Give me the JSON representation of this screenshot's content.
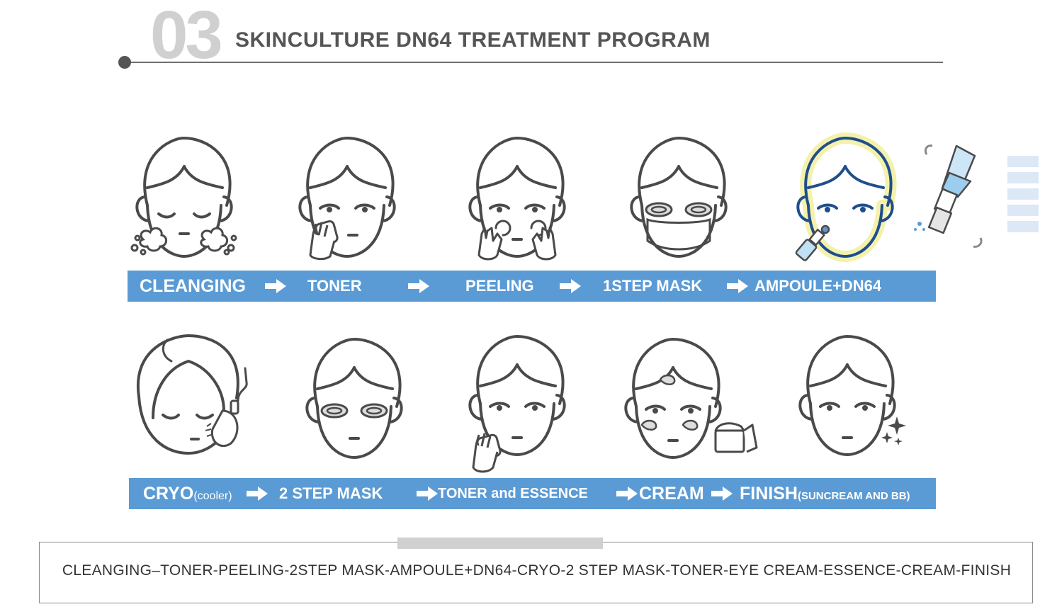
{
  "header": {
    "number": "03",
    "title": "SKINCULTURE DN64 TREATMENT PROGRAM"
  },
  "row1": {
    "steps": [
      {
        "label": "CLEANGING"
      },
      {
        "label": "TONER"
      },
      {
        "label": "PEELING"
      },
      {
        "label": "1STEP MASK"
      },
      {
        "label": "AMPOULE+DN64"
      }
    ]
  },
  "row2": {
    "steps": [
      {
        "label": "CRYO",
        "sub": "(cooler)"
      },
      {
        "label": "2 STEP MASK"
      },
      {
        "label": "TONER and ESSENCE"
      },
      {
        "label": "CREAM"
      },
      {
        "label": "FINISH",
        "sub": "(SUNCREAM AND BB)"
      }
    ]
  },
  "summary": "CLEANGING–TONER-PEELING-2STEP MASK-AMPOULE+DN64-CRYO-2 STEP MASK-TONER-EYE CREAM-ESSENCE-CREAM-FINISH",
  "colors": {
    "bar": "#5b9bd5",
    "line": "#4a4a4a",
    "highlight_face": "#1f4e8c",
    "glow": "#f4f2a0"
  },
  "icons": [
    "arrow-right-icon",
    "face-icon",
    "hand-icon",
    "cream-jar-icon",
    "sparkle-icon",
    "ampoule-bottle-icon",
    "cryo-device-icon"
  ]
}
